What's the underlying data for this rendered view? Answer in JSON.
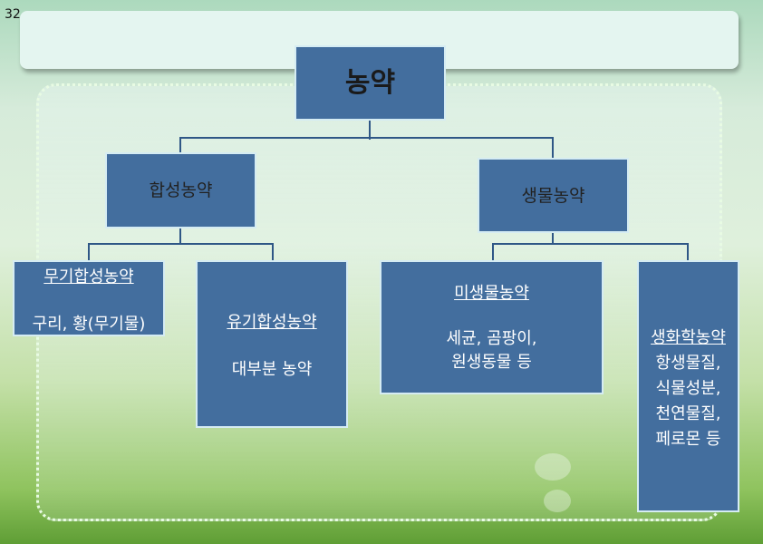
{
  "slide_number": "32",
  "root": {
    "label": "농약"
  },
  "level1": [
    {
      "label": "합성농약"
    },
    {
      "label": "생물농약"
    }
  ],
  "level2": [
    {
      "title": "무기합성농약",
      "lines": [
        "구리, 황(무기물)"
      ]
    },
    {
      "title": "유기합성농약",
      "lines": [
        "대부분 농약"
      ]
    },
    {
      "title": "미생물농약",
      "lines": [
        "세균, 곰팡이,",
        "원생동물 등"
      ]
    },
    {
      "title": "생화학농약",
      "lines": [
        "항생물질,",
        "식물성분,",
        "천연물질,",
        "페로몬 등"
      ]
    }
  ],
  "colors": {
    "box": "#436e9e",
    "border": "#d5ecf3",
    "connector": "#2f5786"
  }
}
